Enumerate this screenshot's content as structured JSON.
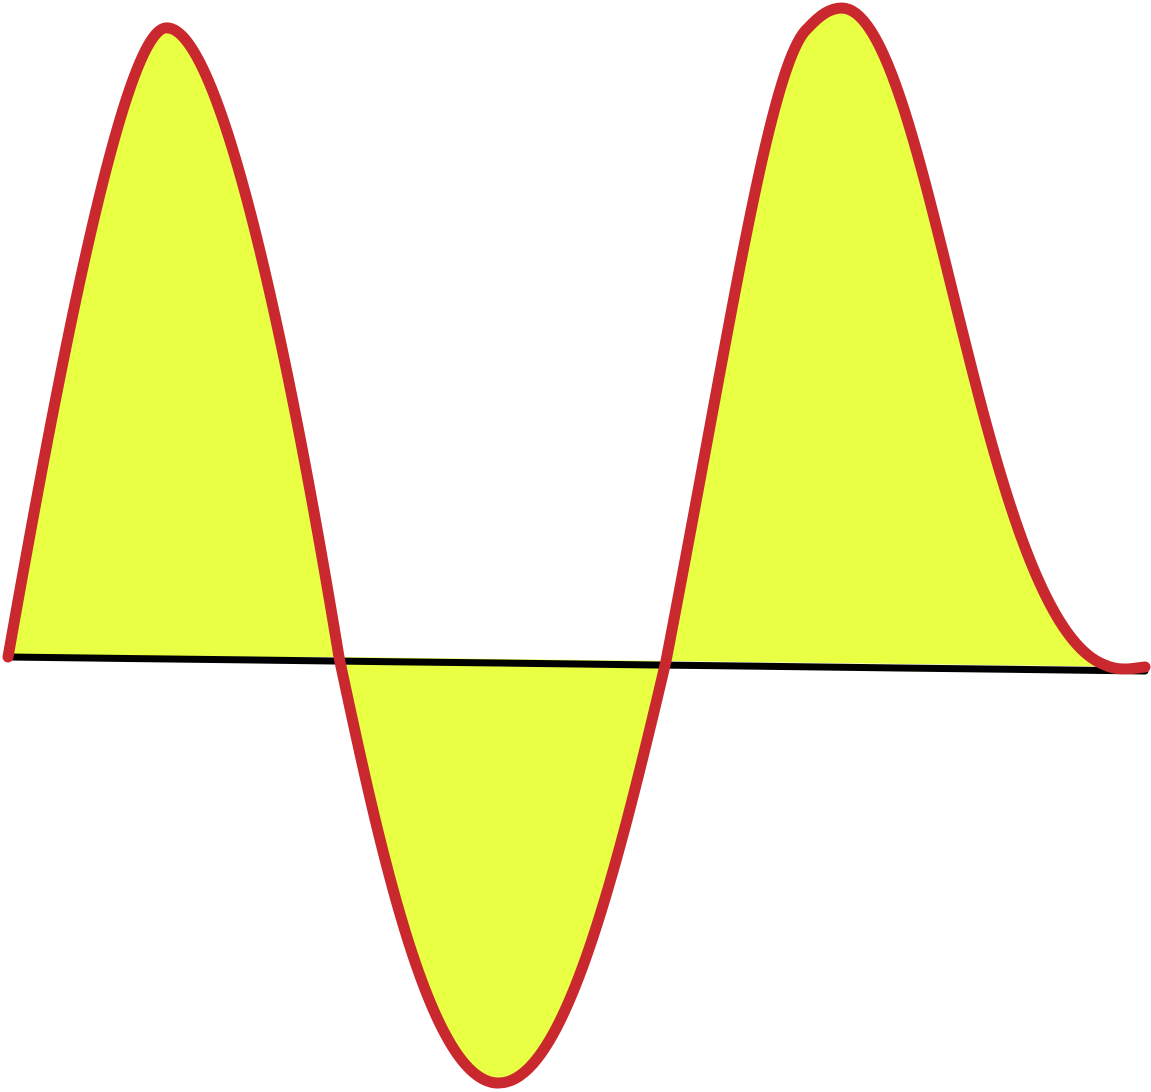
{
  "diagram": {
    "type": "signed-area-under-curve",
    "colors": {
      "fill": "#e8ff44",
      "curve": "#c9282e",
      "baseline": "#000000",
      "background": "#ffffff"
    },
    "regions": [
      {
        "sign": "positive"
      },
      {
        "sign": "negative"
      },
      {
        "sign": "positive"
      }
    ]
  }
}
